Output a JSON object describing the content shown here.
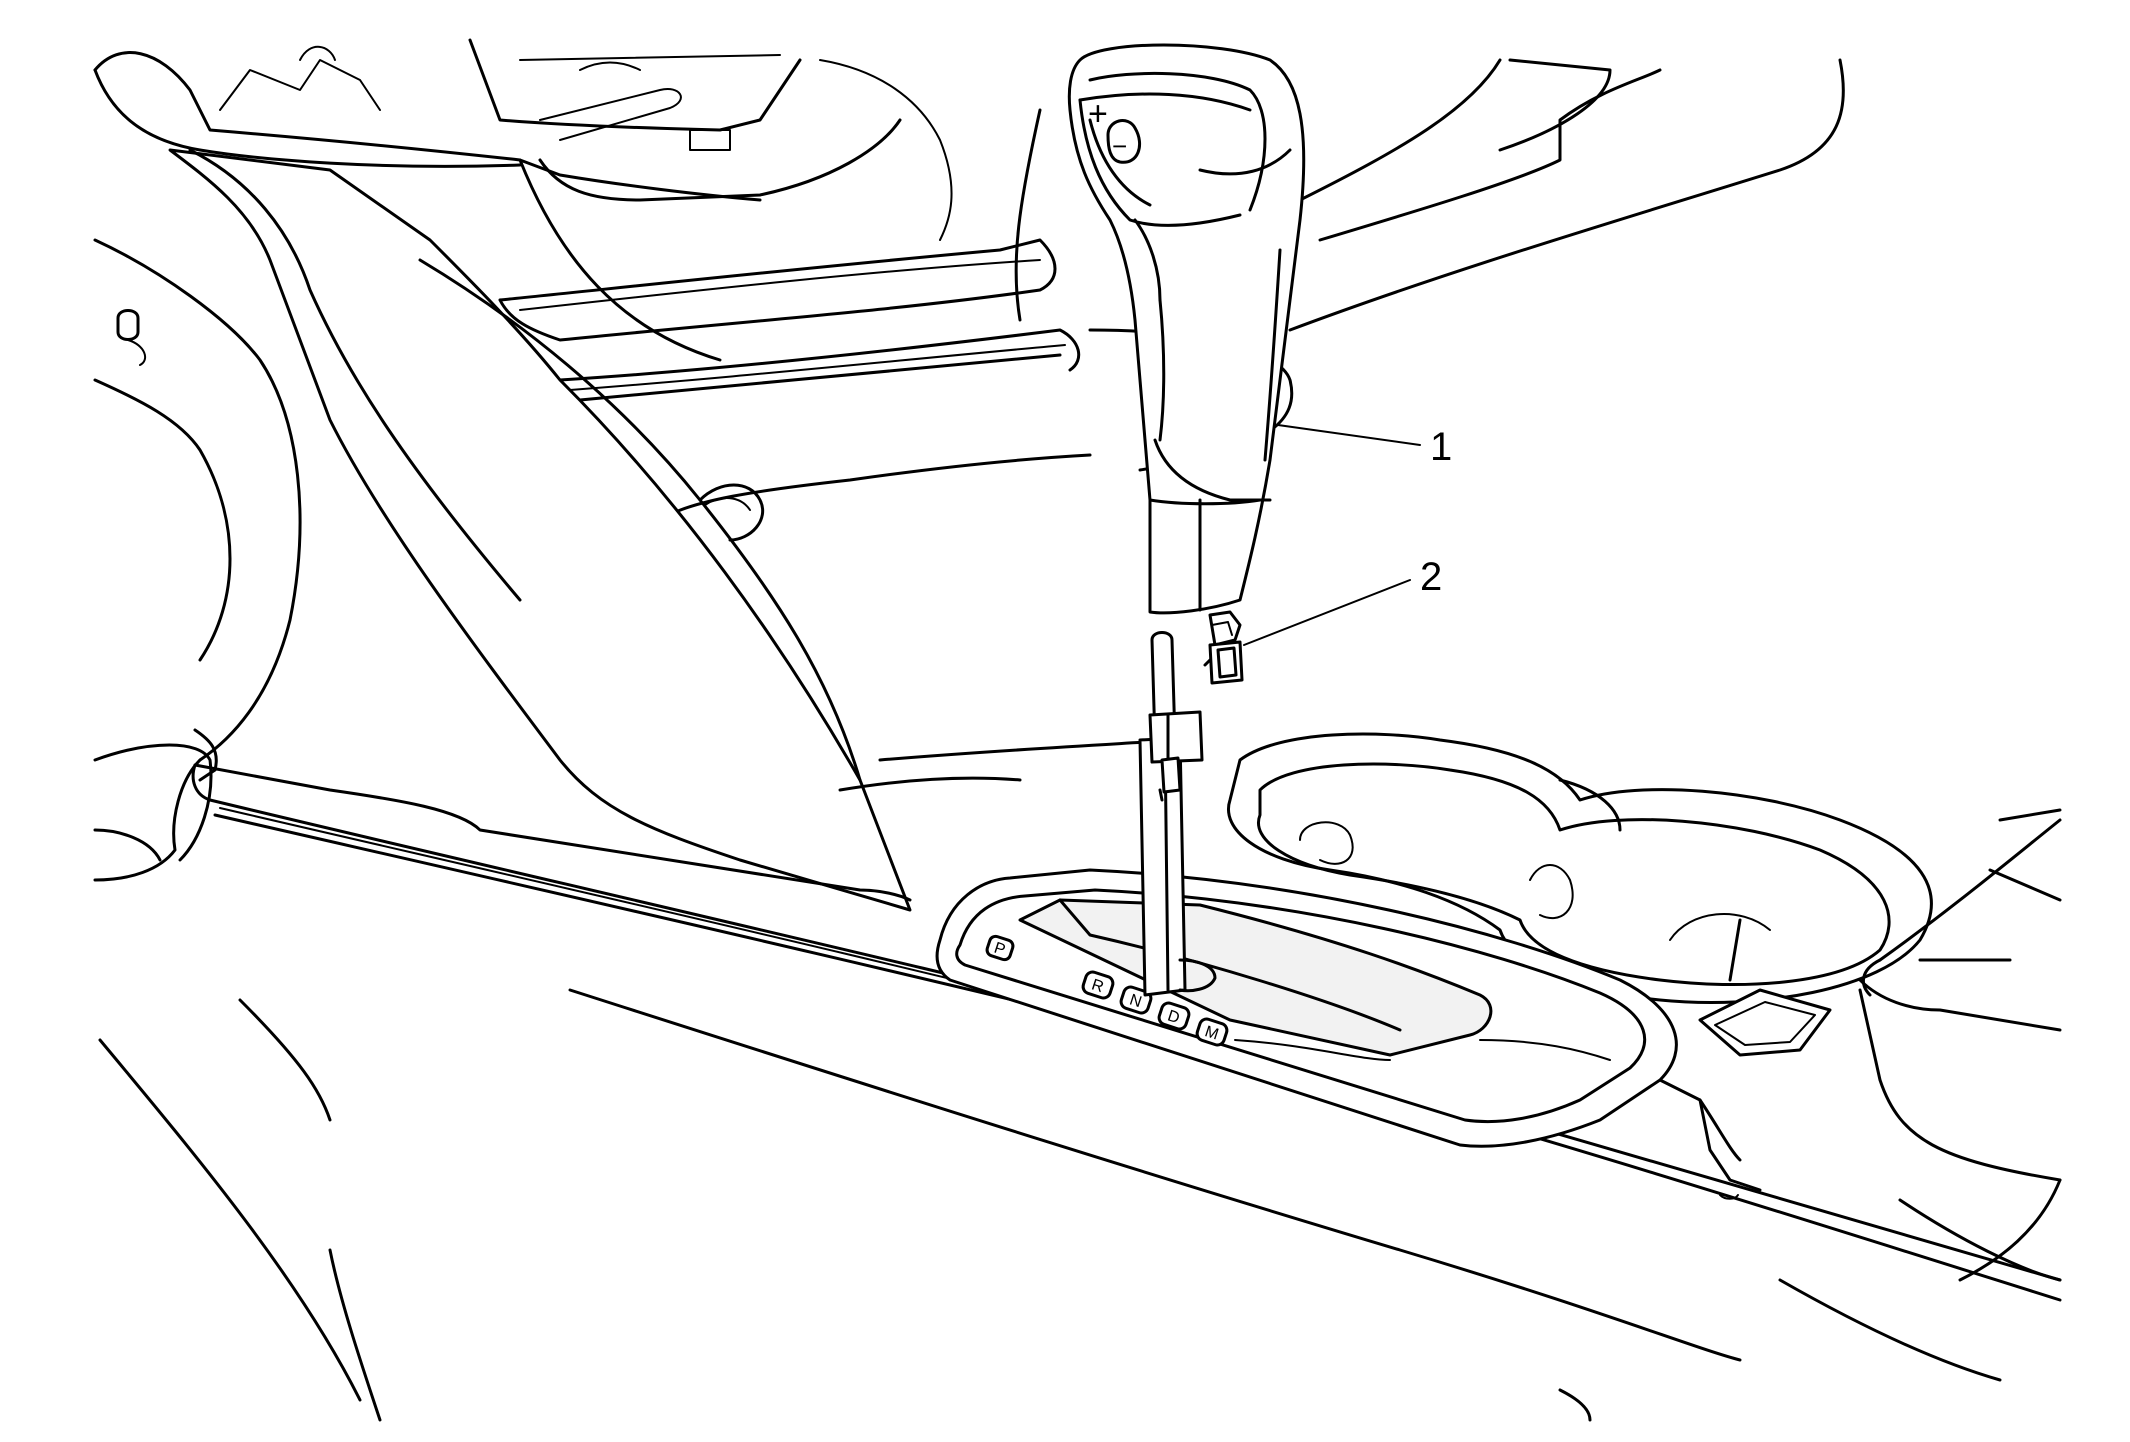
{
  "callouts": [
    {
      "id": "1",
      "label": "1"
    },
    {
      "id": "2",
      "label": "2"
    }
  ],
  "knob_symbols": {
    "plus": "+",
    "minus": "−"
  },
  "gear_letters": [
    "P",
    "R",
    "N",
    "D",
    "M"
  ],
  "colors": {
    "line": "#000000",
    "background": "#ffffff"
  }
}
